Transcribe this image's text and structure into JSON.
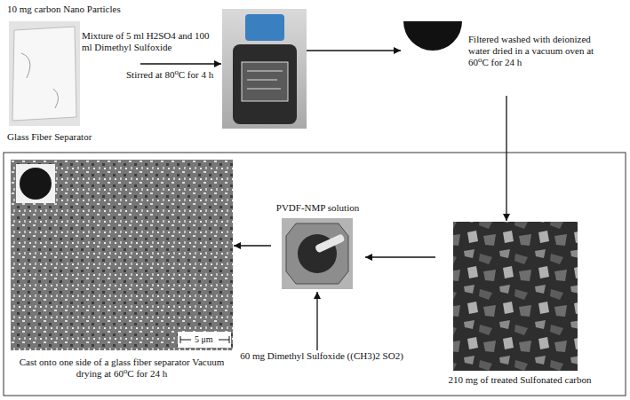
{
  "diagram": {
    "nodes": [
      {
        "text": [
          "10 mg carbon Nano Particles",
          "Glass Fiber Separator"
        ]
      },
      {
        "text": []
      },
      {
        "text": [
          "Filtered washed with deionized water dried in a vacuum oven at 60⁰C for 24 h"
        ]
      },
      {
        "text": [
          "210 mg of treated Sulfonated carbon"
        ]
      },
      {
        "text": [
          "PVDF-NMP solution"
        ]
      },
      {
        "text": [
          "60 mg Dimethyl Sulfoxide ((CH3)2 SO2)"
        ]
      },
      {
        "text": [
          "Cast onto one side of a glass fiber separator Vacuum drying at 60⁰C for 24 h"
        ]
      }
    ],
    "edges": [
      {
        "from": 0,
        "to": 1,
        "arrow": "to",
        "label": "Mixture of 5 ml H2SO4 and 100 ml Dimethyl Sulfoxide"
      },
      {
        "from": 1,
        "to": 2,
        "arrow": "to"
      },
      {
        "from": 2,
        "to": 3,
        "arrow": "to"
      },
      {
        "from": 3,
        "to": 4,
        "arrow": "to"
      },
      {
        "from": 5,
        "to": 4,
        "arrow": "to"
      },
      {
        "from": 4,
        "to": 6,
        "arrow": "to"
      }
    ],
    "labels": [
      "Stirred at 80⁰C for 4 h",
      "5 μm"
    ]
  }
}
